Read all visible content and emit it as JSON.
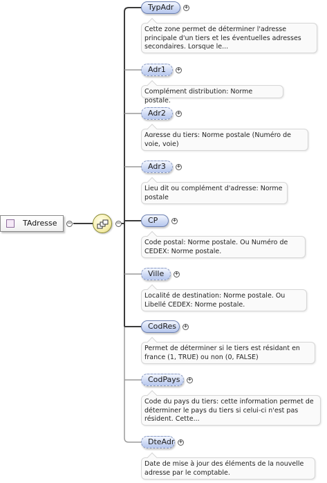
{
  "root": {
    "label": "TAdresse",
    "toggle": "−"
  },
  "compositor": {
    "icon": "sequence-compositor-icon",
    "toggle": "−"
  },
  "elements": [
    {
      "name": "TypAdr",
      "mandatory": true,
      "doc": "Cette zone permet de déterminer l'adresse principale d'un tiers et les éventuelles adresses secondaires. Lorsque le..."
    },
    {
      "name": "Adr1",
      "mandatory": false,
      "doc": "Complément distribution: Norme postale."
    },
    {
      "name": "Adr2",
      "mandatory": false,
      "doc": "Adresse du tiers: Norme postale (Numéro de voie, voie)"
    },
    {
      "name": "Adr3",
      "mandatory": false,
      "doc": "Lieu dit ou complément d'adresse: Norme postale"
    },
    {
      "name": "CP",
      "mandatory": true,
      "doc": "Code postal: Norme postale. Ou Numéro de CEDEX: Norme postale."
    },
    {
      "name": "Ville",
      "mandatory": false,
      "doc": "Localité de destination: Norme postale. Ou Libellé CEDEX: Norme postale."
    },
    {
      "name": "CodRes",
      "mandatory": true,
      "doc": "Permet de déterminer si le tiers est résidant en france (1, TRUE) ou non (0, FALSE)"
    },
    {
      "name": "CodPays",
      "mandatory": false,
      "doc": "Code du pays du tiers: cette information permet de déterminer le pays du tiers si celui-ci n'est pas résident. Cette..."
    },
    {
      "name": "DteAdr",
      "mandatory": false,
      "doc": "Date de mise à jour des éléments de la nouvelle adresse par le comptable."
    }
  ],
  "expand_glyph": "+",
  "colors": {
    "element_fill": "#cfdaf4",
    "element_border": "#6b7fb0",
    "compositor_fill": "#f6efae",
    "mandatory_line": "#3a3a3a",
    "optional_line": "#9a9a9a"
  }
}
